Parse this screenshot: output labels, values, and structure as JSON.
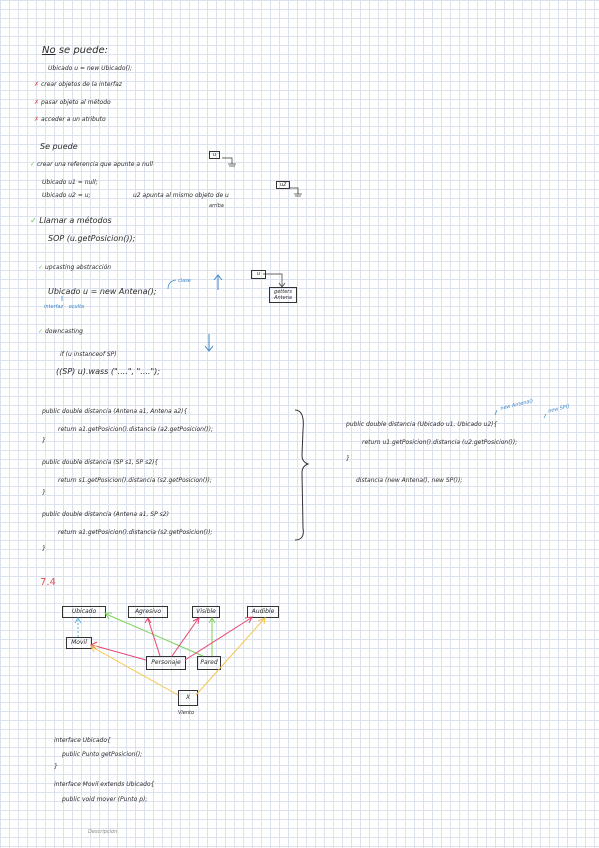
{
  "no_se_puede": {
    "title_no": "No",
    "title_rest": "se puede:",
    "code": "Ubicado u = new Ubicado();",
    "cross_mark": "✗",
    "items": [
      "crear objetos de la interfaz",
      "pasar objeto al método",
      "acceder a un atributo"
    ]
  },
  "se_puede": {
    "title": "Se puede",
    "check_mark": "✓",
    "ref_item": "crear una referencia que apunte a null",
    "ref_code1": "Ubicado u1 = null;",
    "ref_code2": "Ubicado u2 = u;",
    "ref_note": "u2 apunta al mismo objeto de u",
    "ref_note_sub": "arriba",
    "box_u": "u",
    "box_u2": "u2",
    "metodos_title": "Llamar a métodos",
    "metodos_code": "SOP (u.getPosicion());",
    "upcasting_title": "upcasting  abstracción",
    "upcasting_code": "Ubicado  u = new Antena();",
    "clase_note": "clase",
    "interfaz_note": "interfaz",
    "oculta_note": "oculta",
    "box_u3": "u",
    "box_getters_1": "getters",
    "box_getters_2": "Antena",
    "downcasting_title": "downcasting",
    "down_code1": "if (u instanceof SP)",
    "down_code2": "((SP) u).wass (\"....\", \"....\");"
  },
  "distancia": {
    "l1": "public double distancia (Antena a1, Antena a2){",
    "l2": "return a1.getPosicion().distancia (a2.getPosicion());",
    "l3": "}",
    "l4": "public double distancia (SP s1, SP s2){",
    "l5": "return s1.getPosicion().distancia (s2.getPosicion());",
    "l6": "}",
    "l7": "public double distancia (Antena a1, SP s2)",
    "l8": "return a1.getPosicion().distancia (s2.getPosicion());",
    "l9": "}",
    "r1": "public double distancia (Ubicado u1, Ubicado u2){",
    "r2": "return u1.getPosicion().distancia (u2.getPosicion());",
    "r3": "}",
    "r4": "distancia (new Antena(), new SP());",
    "note_antena": "new Antena()",
    "note_sp": "new SP()"
  },
  "diagram": {
    "section": "7.4",
    "ubicado": "Ubicado",
    "agresivo": "Agresivo",
    "visible": "Visible",
    "audible": "Audible",
    "movil": "Movil",
    "personaje": "Personaje",
    "pared": "Pared",
    "viento_box": "X",
    "viento_label": "Viento",
    "colors": {
      "green": "#7dd35a",
      "pink": "#e8456e",
      "yellow": "#f5c64a",
      "cyan": "#5fb8e0"
    }
  },
  "interfaces": {
    "l1": "interface Ubicado{",
    "l2": "public Punto getPosicion();",
    "l3": "}",
    "l4": "interface Movil extends Ubicado{",
    "l5": "public void mover (Punto p);"
  },
  "footer": "Descripción"
}
